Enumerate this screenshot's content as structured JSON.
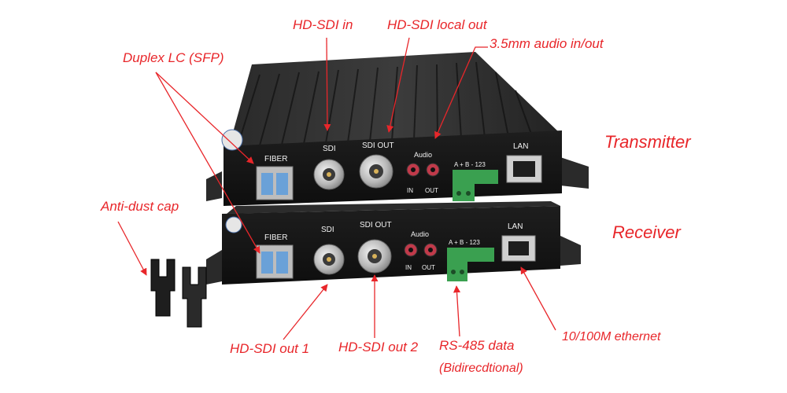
{
  "annotations": {
    "duplex_lc": "Duplex LC (SFP)",
    "hdsdi_in": "HD-SDI in",
    "hdsdi_local_out": "HD-SDI local out",
    "audio_io": "3.5mm audio in/out",
    "transmitter": "Transmitter",
    "receiver": "Receiver",
    "anti_dust_cap": "Anti-dust cap",
    "hdsdi_out1": "HD-SDI out 1",
    "hdsdi_out2": "HD-SDI out 2",
    "rs485": "RS-485 data",
    "rs485_note": "(Bidirecdtional)",
    "ethernet": "10/100M ethernet"
  },
  "transmitter_panel": {
    "fiber": "FIBER",
    "sdi": "SDI",
    "sdi_out": "SDI OUT",
    "audio": "Audio",
    "audio_in": "IN",
    "audio_out": "OUT",
    "terminal": "A + B -  123",
    "lan": "LAN"
  },
  "receiver_panel": {
    "fiber": "FIBER",
    "sdi": "SDI",
    "sdi_out": "SDI OUT",
    "audio": "Audio",
    "audio_in": "IN",
    "audio_out": "OUT",
    "terminal": "A + B -  123",
    "lan": "LAN"
  },
  "colors": {
    "annotation": "#e8262a",
    "chassis": "#1b1b1b",
    "terminal_block": "#3aa050"
  }
}
